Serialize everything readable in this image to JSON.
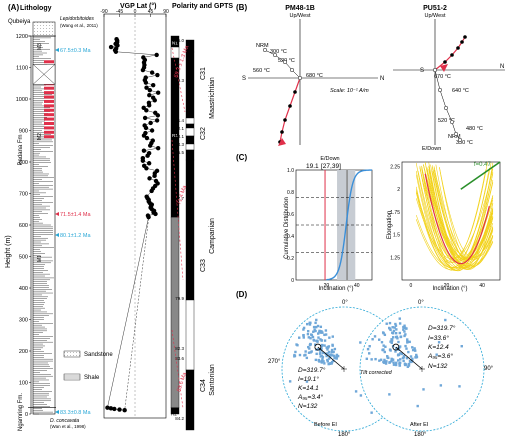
{
  "panel_a": {
    "label": "(A)",
    "lithology_title": "Lithology",
    "vgp_title": "VGP Lat (°)",
    "polarity_title": "Polarity and GPTS",
    "y_axis_label": "Height (m)",
    "y_ticks": [
      "0",
      "100",
      "200",
      "300",
      "400",
      "500",
      "600",
      "700",
      "800",
      "900",
      "1000",
      "1100",
      "1200"
    ],
    "vgp_ticks": [
      "-90",
      "-45",
      "0",
      "45",
      "90"
    ],
    "formations": [
      "Qubeiya",
      "Padana Fm",
      "Ngamring Fm."
    ],
    "qubeiya_note": "Lepidorbitoides",
    "qubeiya_ref": "(Wang et al., 2011)",
    "ngamring_note": "D. concavata",
    "ngamring_ref": "(Wan et al., 1998)",
    "member_labels": [
      "M3",
      "M2",
      "M1"
    ],
    "ages": [
      {
        "text": "67.5±0.3 Ma",
        "color": "#29a7d6"
      },
      {
        "text": "71.5±1.4 Ma",
        "color": "#e0304a"
      },
      {
        "text": "80.1±1.2 Ma",
        "color": "#29a7d6"
      },
      {
        "text": "83.3±0.8 Ma",
        "color": "#29a7d6"
      }
    ],
    "legend": {
      "sandstone": "Sandstone",
      "shale": "Shale"
    },
    "gpts_ages": [
      "66.0",
      "69.3",
      "71.4",
      "72.1",
      "73.1",
      "74.3",
      "75.5",
      "77.7",
      "79.9",
      "82.3",
      "83.6",
      "84.2"
    ],
    "red_ages": [
      "69.3 ± 1.3 Ma",
      "71.4 Ma",
      "83.6 Ma"
    ],
    "chron_labels": [
      "C31",
      "C32",
      "C33",
      "C34"
    ],
    "polarity_marks": [
      "N1",
      "R1",
      "N2",
      "R2"
    ],
    "stage_labels": [
      "Maastrichtian",
      "Campanian",
      "Santonian"
    ]
  },
  "panel_b": {
    "label": "(B)",
    "left_title": "PM48-1B",
    "left_subtitle": "Up/West",
    "right_title": "PU51-2",
    "right_subtitle": "Up/West",
    "right_bottom": "E/Down",
    "nrm": "NRM",
    "left_temps": [
      "300 °C",
      "520 °C",
      "560 °C",
      "680 °C"
    ],
    "scale": "Scale: 10⁻¹ A/m",
    "right_temps": [
      "670 °C",
      "640 °C",
      "520 °C",
      "480 °C",
      "330 °C"
    ],
    "axis_s": "S",
    "axis_n": "N"
  },
  "panel_c": {
    "label": "(C)",
    "left_top": "E/Down",
    "value_a": "19.1",
    "value_b": "[27,39]",
    "left_ylabel": "Cumulative Distribution",
    "left_xlabel": "Inclination (°)",
    "left_yticks": [
      "0",
      "0.2",
      "0.4",
      "0.6",
      "0.8",
      "1.0"
    ],
    "left_xticks": [
      "20",
      "40"
    ],
    "right_ylabel": "Elongation",
    "right_xlabel": "Inclination (°)",
    "right_yticks": [
      "1.25",
      "1.5",
      "1.75",
      "2",
      "2.25"
    ],
    "right_xticks": [
      "0",
      "20",
      "40"
    ],
    "f_label": "f=0.47"
  },
  "panel_d": {
    "label": "(D)",
    "north": "0°",
    "west": "270°",
    "east": "90°",
    "south": "180°",
    "before": {
      "D": "D=319.7°",
      "I": "I=19.1°",
      "K": "K=14.1",
      "A": "A₉₅=3.4°",
      "N": "N=132",
      "caption": "Before EI"
    },
    "after": {
      "D": "D=319.7°",
      "I": "I=33.6°",
      "K": "K=12.4",
      "A": "A₉₅=3.6°",
      "N": "N=132",
      "caption": "After EI"
    },
    "tilt": "Tilt corrected"
  }
}
